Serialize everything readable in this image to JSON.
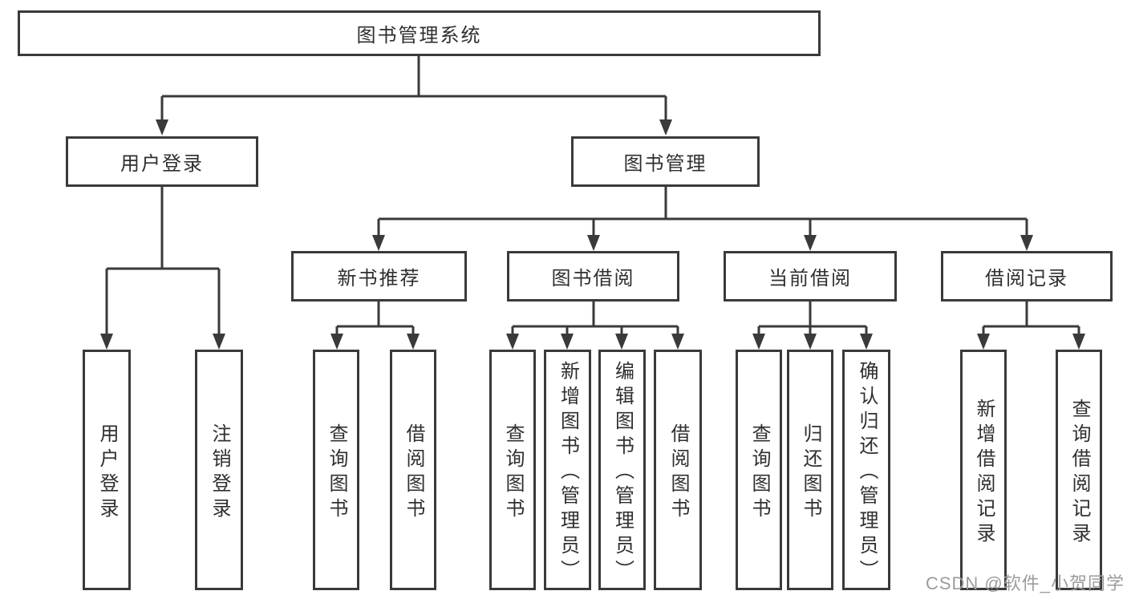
{
  "root": {
    "label": "图书管理系统"
  },
  "level2": [
    {
      "label": "用户登录",
      "children": [
        {
          "label": "用户登录"
        },
        {
          "label": "注销登录"
        }
      ]
    },
    {
      "label": "图书管理",
      "children": [
        {
          "label": "新书推荐",
          "children": [
            {
              "label": "查询图书"
            },
            {
              "label": "借阅图书"
            }
          ]
        },
        {
          "label": "图书借阅",
          "children": [
            {
              "label": "查询图书"
            },
            {
              "label": "新增图书（管理员）"
            },
            {
              "label": "编辑图书（管理员）"
            },
            {
              "label": "借阅图书"
            }
          ]
        },
        {
          "label": "当前借阅",
          "children": [
            {
              "label": "查询图书"
            },
            {
              "label": "归还图书"
            },
            {
              "label": "确认归还（管理员）"
            }
          ]
        },
        {
          "label": "借阅记录",
          "children": [
            {
              "label": "新增借阅记录"
            },
            {
              "label": "查询借阅记录"
            }
          ]
        }
      ]
    }
  ],
  "watermark": {
    "text": "CSDN @软件_小贺同学"
  },
  "colors": {
    "line": "#3a3a3a",
    "text": "#2f2f2f",
    "watermark": "#9c9c9c",
    "box_bg": "#ffffff"
  }
}
